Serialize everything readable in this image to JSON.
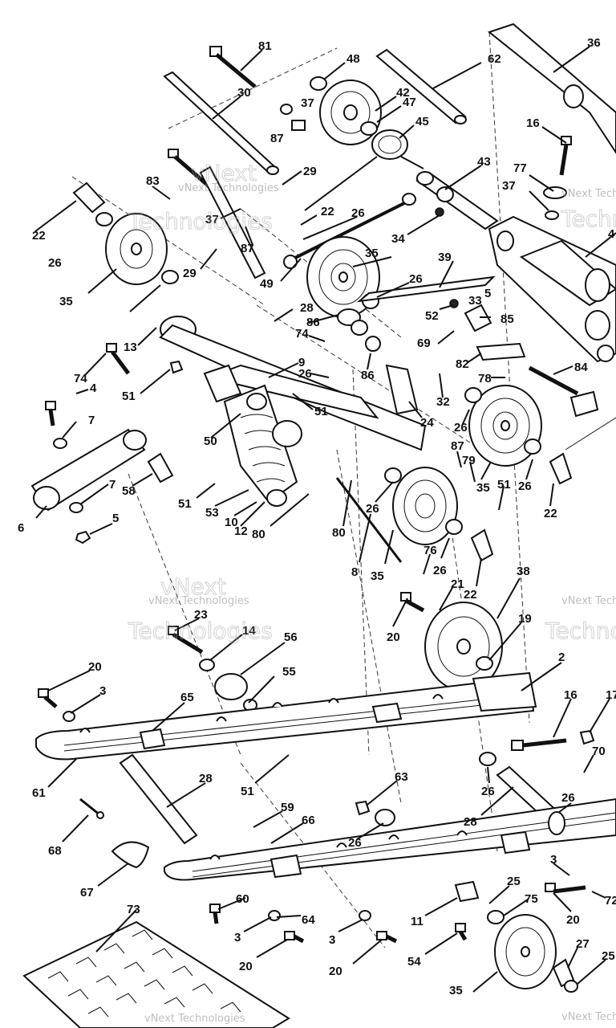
{
  "watermark": {
    "line1": "vNext",
    "line2": "Technologies",
    "combined": "vNext Technologies"
  },
  "callouts": [
    {
      "id": "c81",
      "label": "81"
    },
    {
      "id": "c48",
      "label": "48"
    },
    {
      "id": "c62",
      "label": "62"
    },
    {
      "id": "c36",
      "label": "36"
    },
    {
      "id": "c30",
      "label": "30"
    },
    {
      "id": "c37a",
      "label": "37"
    },
    {
      "id": "c42",
      "label": "42"
    },
    {
      "id": "c47",
      "label": "47"
    },
    {
      "id": "c87a",
      "label": "87"
    },
    {
      "id": "c45",
      "label": "45"
    },
    {
      "id": "c16a",
      "label": "16"
    },
    {
      "id": "c29a",
      "label": "29"
    },
    {
      "id": "c43",
      "label": "43"
    },
    {
      "id": "c83",
      "label": "83"
    },
    {
      "id": "c77",
      "label": "77"
    },
    {
      "id": "c37b",
      "label": "37"
    },
    {
      "id": "c22a",
      "label": "22"
    },
    {
      "id": "c22b",
      "label": "22"
    },
    {
      "id": "c26a",
      "label": "26"
    },
    {
      "id": "c37c",
      "label": "37"
    },
    {
      "id": "c87b",
      "label": "87"
    },
    {
      "id": "c34",
      "label": "34"
    },
    {
      "id": "c26b",
      "label": "26"
    },
    {
      "id": "c35a",
      "label": "35"
    },
    {
      "id": "c29b",
      "label": "29"
    },
    {
      "id": "c49",
      "label": "49"
    },
    {
      "id": "c39",
      "label": "39"
    },
    {
      "id": "c35b",
      "label": "35"
    },
    {
      "id": "c26c",
      "label": "26"
    },
    {
      "id": "c5a",
      "label": "5"
    },
    {
      "id": "c33",
      "label": "33"
    },
    {
      "id": "c28a",
      "label": "28"
    },
    {
      "id": "c52",
      "label": "52"
    },
    {
      "id": "c86a",
      "label": "86"
    },
    {
      "id": "c85",
      "label": "85"
    },
    {
      "id": "c13",
      "label": "13"
    },
    {
      "id": "c74a",
      "label": "74"
    },
    {
      "id": "c69",
      "label": "69"
    },
    {
      "id": "c82",
      "label": "82"
    },
    {
      "id": "c84",
      "label": "84"
    },
    {
      "id": "c9",
      "label": "9"
    },
    {
      "id": "c26d",
      "label": "26"
    },
    {
      "id": "c86b",
      "label": "86"
    },
    {
      "id": "c78",
      "label": "78"
    },
    {
      "id": "c74b",
      "label": "74"
    },
    {
      "id": "c51a",
      "label": "51"
    },
    {
      "id": "c4",
      "label": "4"
    },
    {
      "id": "c32",
      "label": "32"
    },
    {
      "id": "c51b",
      "label": "51"
    },
    {
      "id": "c24",
      "label": "24"
    },
    {
      "id": "c26e",
      "label": "26"
    },
    {
      "id": "c7a",
      "label": "7"
    },
    {
      "id": "c50",
      "label": "50"
    },
    {
      "id": "c87c",
      "label": "87"
    },
    {
      "id": "c79",
      "label": "79"
    },
    {
      "id": "c35c",
      "label": "35"
    },
    {
      "id": "c26f",
      "label": "26"
    },
    {
      "id": "c51c",
      "label": "51"
    },
    {
      "id": "c22c",
      "label": "22"
    },
    {
      "id": "c58",
      "label": "58"
    },
    {
      "id": "c51d",
      "label": "51"
    },
    {
      "id": "c7b",
      "label": "7"
    },
    {
      "id": "c53",
      "label": "53"
    },
    {
      "id": "c10",
      "label": "10"
    },
    {
      "id": "c12",
      "label": "12"
    },
    {
      "id": "c80a",
      "label": "80"
    },
    {
      "id": "c26g",
      "label": "26"
    },
    {
      "id": "c6",
      "label": "6"
    },
    {
      "id": "c5b",
      "label": "5"
    },
    {
      "id": "c80b",
      "label": "80"
    },
    {
      "id": "c8",
      "label": "8"
    },
    {
      "id": "c35d",
      "label": "35"
    },
    {
      "id": "c76",
      "label": "76"
    },
    {
      "id": "c26h",
      "label": "26"
    },
    {
      "id": "c22d",
      "label": "22"
    },
    {
      "id": "c21",
      "label": "21"
    },
    {
      "id": "c38",
      "label": "38"
    },
    {
      "id": "c23",
      "label": "23"
    },
    {
      "id": "c14",
      "label": "14"
    },
    {
      "id": "c20a",
      "label": "20"
    },
    {
      "id": "c19",
      "label": "19"
    },
    {
      "id": "c56",
      "label": "56"
    },
    {
      "id": "c55",
      "label": "55"
    },
    {
      "id": "c20b",
      "label": "20"
    },
    {
      "id": "c3a",
      "label": "3"
    },
    {
      "id": "c2",
      "label": "2"
    },
    {
      "id": "c65",
      "label": "65"
    },
    {
      "id": "c16b",
      "label": "16"
    },
    {
      "id": "c17",
      "label": "17"
    },
    {
      "id": "c61",
      "label": "61"
    },
    {
      "id": "c28b",
      "label": "28"
    },
    {
      "id": "c51e",
      "label": "51"
    },
    {
      "id": "c63",
      "label": "63"
    },
    {
      "id": "c26i",
      "label": "26"
    },
    {
      "id": "c70",
      "label": "70"
    },
    {
      "id": "c26j",
      "label": "26"
    },
    {
      "id": "c28c",
      "label": "28"
    },
    {
      "id": "c59",
      "label": "59"
    },
    {
      "id": "c66",
      "label": "66"
    },
    {
      "id": "c26k",
      "label": "26"
    },
    {
      "id": "c68",
      "label": "68"
    },
    {
      "id": "c3b",
      "label": "3"
    },
    {
      "id": "c67",
      "label": "67"
    },
    {
      "id": "c25a",
      "label": "25"
    },
    {
      "id": "c75",
      "label": "75"
    },
    {
      "id": "c72",
      "label": "72"
    },
    {
      "id": "c73",
      "label": "73"
    },
    {
      "id": "c60",
      "label": "60"
    },
    {
      "id": "c11",
      "label": "11"
    },
    {
      "id": "c20c",
      "label": "20"
    },
    {
      "id": "c3c",
      "label": "3"
    },
    {
      "id": "c64",
      "label": "64"
    },
    {
      "id": "c3d",
      "label": "3"
    },
    {
      "id": "c27",
      "label": "27"
    },
    {
      "id": "c54",
      "label": "54"
    },
    {
      "id": "c25b",
      "label": "25"
    },
    {
      "id": "c20d",
      "label": "20"
    },
    {
      "id": "c20e",
      "label": "20"
    },
    {
      "id": "c35e",
      "label": "35"
    },
    {
      "id": "c4r",
      "label": "4"
    }
  ]
}
